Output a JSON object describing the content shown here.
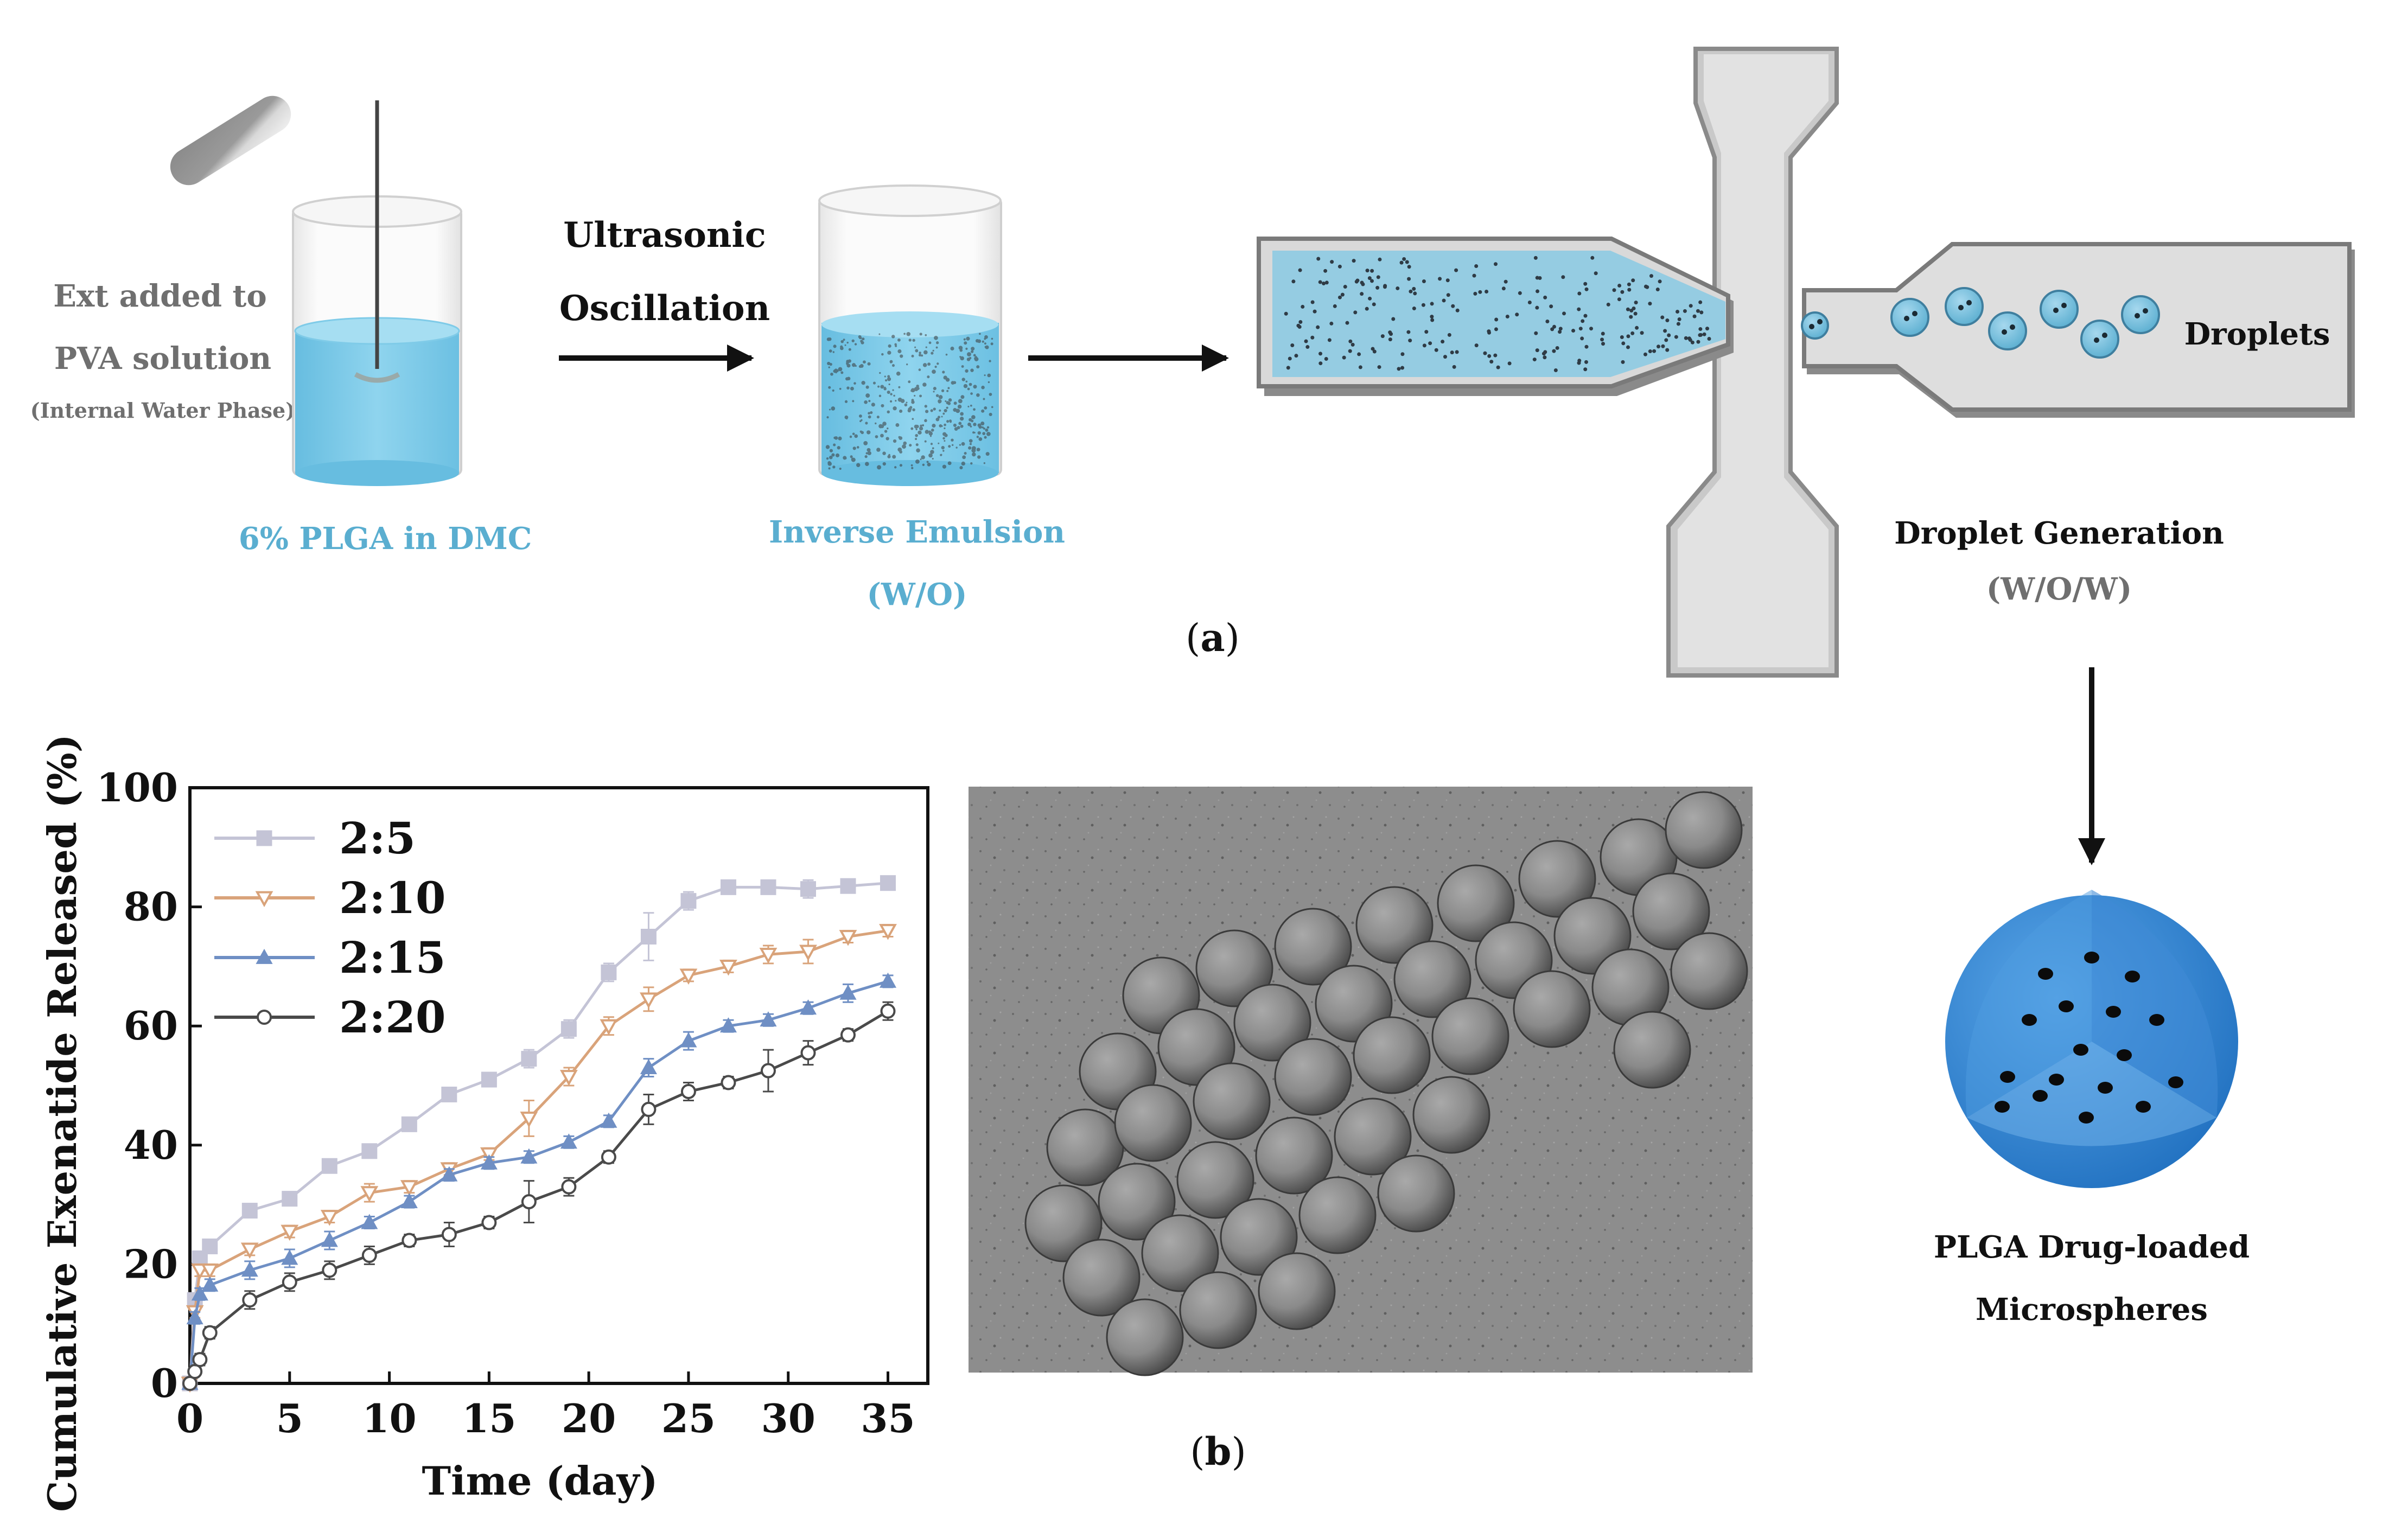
{
  "panel_a": {
    "label_open": "(",
    "label_letter": "a",
    "label_close": ")",
    "step1": {
      "line1": "Ext added to",
      "line2": "PVA solution",
      "line3": "(Internal Water Phase)",
      "beaker_label": "6% PLGA in DMC"
    },
    "step2": {
      "arrow_line1": "Ultrasonic",
      "arrow_line2": "Oscillation",
      "beaker_label": "Inverse Emulsion",
      "beaker_sub": "(W/O)"
    },
    "step3": {
      "droplets": "Droplets",
      "title": "Droplet Generation",
      "sub": "(W/O/W)"
    },
    "step4": {
      "line1": "PLGA Drug-loaded",
      "line2": "Microspheres"
    }
  },
  "panel_b": {
    "label_open": "(",
    "label_letter": "b",
    "label_close": ")"
  },
  "colors": {
    "liquid": "#7fcbe8",
    "channel": "#d4d4d4",
    "label_blue": "#5aaed0",
    "sphere_blue": "#2f86d6",
    "series_2_5": "#c4c4d6",
    "series_2_10": "#d9a37a",
    "series_2_15": "#6f8fc4",
    "series_2_20": "#4a4a4a"
  },
  "chart_data": {
    "type": "line",
    "xlabel": "Time (day)",
    "ylabel": "Cumulative Exenatide Released (%)",
    "xlim": [
      0,
      37
    ],
    "ylim": [
      0,
      100
    ],
    "xticks": [
      0,
      5,
      10,
      15,
      20,
      25,
      30,
      35
    ],
    "yticks": [
      0,
      20,
      40,
      60,
      80,
      100
    ],
    "legend": "top-left",
    "grid": false,
    "series": [
      {
        "name": "2:5",
        "marker": "square",
        "color": "#c4c4d6",
        "x": [
          0,
          0.25,
          0.5,
          1,
          3,
          5,
          7,
          9,
          11,
          13,
          15,
          17,
          19,
          21,
          23,
          25,
          27,
          29,
          31,
          33,
          35
        ],
        "y": [
          0,
          14,
          21,
          23,
          29,
          31,
          36.5,
          39,
          43.5,
          48.5,
          51,
          54.5,
          59.5,
          69,
          75,
          81,
          83.3,
          83.3,
          83,
          83.5,
          84
        ],
        "err": [
          0,
          1,
          1,
          1,
          1,
          1,
          1,
          1,
          1,
          1,
          1,
          1.5,
          1.5,
          1.5,
          4,
          1.5,
          0.8,
          0.8,
          1.5,
          0.8,
          0.8
        ]
      },
      {
        "name": "2:10",
        "marker": "triangle-down-open",
        "color": "#d9a37a",
        "x": [
          0,
          0.25,
          0.5,
          1,
          3,
          5,
          7,
          9,
          11,
          13,
          15,
          17,
          19,
          21,
          23,
          25,
          27,
          29,
          31,
          33,
          35
        ],
        "y": [
          0,
          12,
          19,
          19,
          22.5,
          25.5,
          28,
          32,
          33,
          36,
          38.5,
          44.5,
          51.5,
          60,
          64.5,
          68.5,
          70,
          72,
          72.5,
          75,
          76
        ],
        "err": [
          0,
          1,
          1,
          1,
          1,
          1,
          1,
          1.5,
          1,
          1,
          1,
          3,
          1.5,
          1.5,
          2,
          1,
          1,
          1.5,
          2,
          1,
          1
        ]
      },
      {
        "name": "2:15",
        "marker": "triangle-up",
        "color": "#6f8fc4",
        "x": [
          0,
          0.25,
          0.5,
          1,
          3,
          5,
          7,
          9,
          11,
          13,
          15,
          17,
          19,
          21,
          23,
          25,
          27,
          29,
          31,
          33,
          35
        ],
        "y": [
          0,
          11,
          15,
          16.5,
          19,
          21,
          24,
          27,
          30.5,
          35,
          37,
          38,
          40.5,
          44,
          53,
          57.5,
          60,
          61,
          63,
          65.5,
          67.5
        ],
        "err": [
          0,
          1,
          1,
          1,
          1.5,
          1.5,
          1.5,
          1,
          1,
          1,
          1,
          1,
          1,
          1,
          1.5,
          1.5,
          1,
          1,
          1,
          1.5,
          1
        ]
      },
      {
        "name": "2:20",
        "marker": "circle-open",
        "color": "#4a4a4a",
        "x": [
          0,
          0.25,
          0.5,
          1,
          3,
          5,
          7,
          9,
          11,
          13,
          15,
          17,
          19,
          21,
          23,
          25,
          27,
          29,
          31,
          33,
          35
        ],
        "y": [
          0,
          2,
          4,
          8.5,
          14,
          17,
          19,
          21.5,
          24,
          25,
          27,
          30.5,
          33,
          38,
          46,
          49,
          50.5,
          52.5,
          55.5,
          58.5,
          62.5
        ],
        "err": [
          0,
          0.5,
          1,
          1,
          1.5,
          1.5,
          1.5,
          1.5,
          1,
          2,
          1,
          3.5,
          1.5,
          1,
          2.5,
          1.5,
          1,
          3.5,
          2,
          1,
          1.5
        ]
      }
    ]
  }
}
